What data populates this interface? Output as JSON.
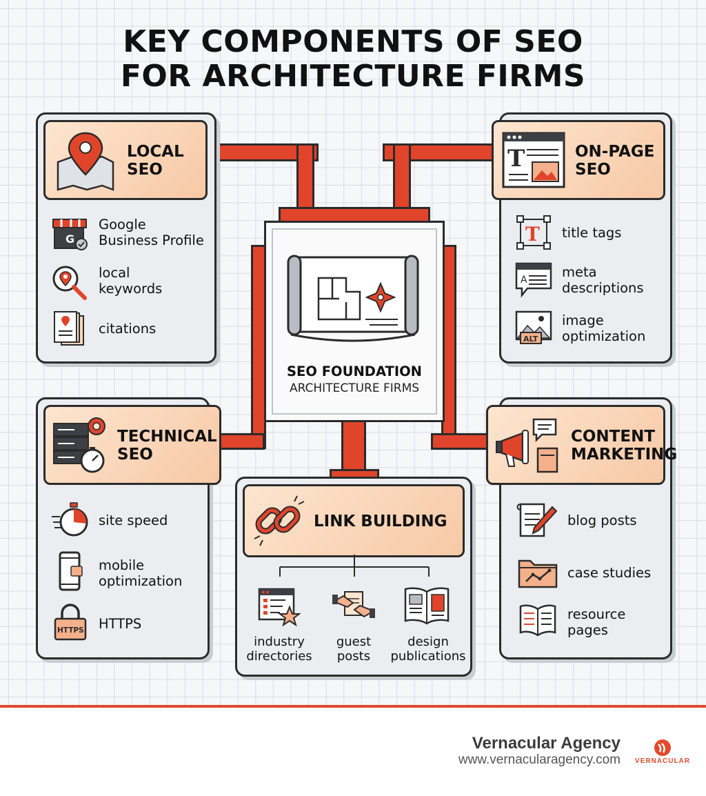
{
  "title": {
    "line1": "KEY COMPONENTS OF SEO",
    "line2": "FOR ARCHITECTURE FIRMS"
  },
  "center": {
    "title": "SEO FOUNDATION",
    "subtitle": "ARCHITECTURE FIRMS"
  },
  "local_seo": {
    "heading_line1": "LOCAL",
    "heading_line2": "SEO",
    "items": [
      "Google Business Profile",
      "local keywords",
      "citations"
    ],
    "item1_line1": "Google",
    "item1_line2": "Business Profile",
    "item2_line1": "local",
    "item2_line2": "keywords",
    "item3": "citations",
    "google_badge": "G"
  },
  "on_page_seo": {
    "heading_line1": "ON-PAGE",
    "heading_line2": "SEO",
    "item1": "title tags",
    "item2_line1": "meta",
    "item2_line2": "descriptions",
    "item3_line1": "image",
    "item3_line2": "optimization",
    "alt_badge": "ALT"
  },
  "technical_seo": {
    "heading_line1": "TECHNICAL",
    "heading_line2": "SEO",
    "item1": "site speed",
    "item2_line1": "mobile",
    "item2_line2": "optimization",
    "item3": "HTTPS",
    "https_badge": "HTTPS"
  },
  "content_marketing": {
    "heading_line1": "CONTENT",
    "heading_line2": "MARKETING",
    "item1": "blog posts",
    "item2": "case studies",
    "item3_line1": "resource",
    "item3_line2": "pages"
  },
  "link_building": {
    "heading": "LINK BUILDING",
    "item1_line1": "industry",
    "item1_line2": "directories",
    "item2_line1": "guest",
    "item2_line2": "posts",
    "item3_line1": "design",
    "item3_line2": "publications"
  },
  "footer": {
    "brand": "Vernacular Agency",
    "url": "www.vernacularagency.com",
    "logo_text": "VERNACULAR"
  },
  "colors": {
    "accent": "#e0452b",
    "peach": "#f7c9a6",
    "card": "#ebedf0",
    "outline": "#2b2b2b"
  }
}
